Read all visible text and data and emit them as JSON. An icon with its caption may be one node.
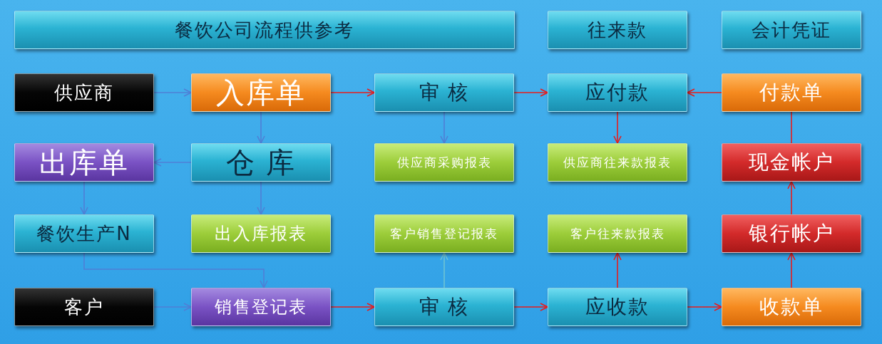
{
  "diagram": {
    "nodes": [
      {
        "text": [
          "餐饮公司流程供参考"
        ]
      },
      {
        "text": [
          "往来款"
        ]
      },
      {
        "text": [
          "会计凭证"
        ]
      },
      {
        "text": [
          "供应商"
        ]
      },
      {
        "text": [
          "入库单"
        ]
      },
      {
        "text": [
          "审 核"
        ]
      },
      {
        "text": [
          "应付款"
        ]
      },
      {
        "text": [
          "付款单"
        ]
      },
      {
        "text": [
          "出库单"
        ]
      },
      {
        "text": [
          "仓 库"
        ]
      },
      {
        "text": [
          "供应商采购报表"
        ]
      },
      {
        "text": [
          "供应商往来款报表"
        ]
      },
      {
        "text": [
          "现金帐户"
        ]
      },
      {
        "text": [
          "餐饮生产N"
        ]
      },
      {
        "text": [
          "出入库报表"
        ]
      },
      {
        "text": [
          "客户销售登记报表"
        ]
      },
      {
        "text": [
          "客户往来款报表"
        ]
      },
      {
        "text": [
          "银行帐户"
        ]
      },
      {
        "text": [
          "客户"
        ]
      },
      {
        "text": [
          "销售登记表"
        ]
      },
      {
        "text": [
          "审 核"
        ]
      },
      {
        "text": [
          "应收款"
        ]
      },
      {
        "text": [
          "收款单"
        ]
      }
    ],
    "edges": [
      {
        "from": 3,
        "to": 4,
        "arrow": "to",
        "color": "#4f7fd6"
      },
      {
        "from": 4,
        "to": 5,
        "arrow": "to"
      },
      {
        "from": 5,
        "to": 6,
        "arrow": "to"
      },
      {
        "from": 7,
        "to": 6,
        "arrow": "to"
      },
      {
        "from": 4,
        "to": 9,
        "arrow": "to",
        "color": "#4f7fd6"
      },
      {
        "from": 5,
        "to": 10,
        "arrow": "to",
        "color": "#4f7fd6"
      },
      {
        "from": 6,
        "to": 11,
        "arrow": "to"
      },
      {
        "from": 12,
        "to": 7,
        "arrow": "none"
      },
      {
        "from": 9,
        "to": 8,
        "arrow": "to",
        "color": "#4f7fd6"
      },
      {
        "from": 9,
        "to": 14,
        "arrow": "to",
        "color": "#4f7fd6"
      },
      {
        "from": 8,
        "to": 13,
        "arrow": "to",
        "color": "#4f7fd6"
      },
      {
        "from": 17,
        "to": 12,
        "arrow": "to"
      },
      {
        "from": 13,
        "to": 19,
        "arrow": "to",
        "color": "#4f7fd6"
      },
      {
        "from": 18,
        "to": 19,
        "arrow": "to",
        "color": "#4f7fd6"
      },
      {
        "from": 19,
        "to": 20,
        "arrow": "to"
      },
      {
        "from": 20,
        "to": 15,
        "arrow": "to",
        "color": "#6fc4d4"
      },
      {
        "from": 20,
        "to": 21,
        "arrow": "to"
      },
      {
        "from": 21,
        "to": 16,
        "arrow": "to"
      },
      {
        "from": 21,
        "to": 22,
        "arrow": "to"
      },
      {
        "from": 22,
        "to": 17,
        "arrow": "to"
      }
    ]
  }
}
